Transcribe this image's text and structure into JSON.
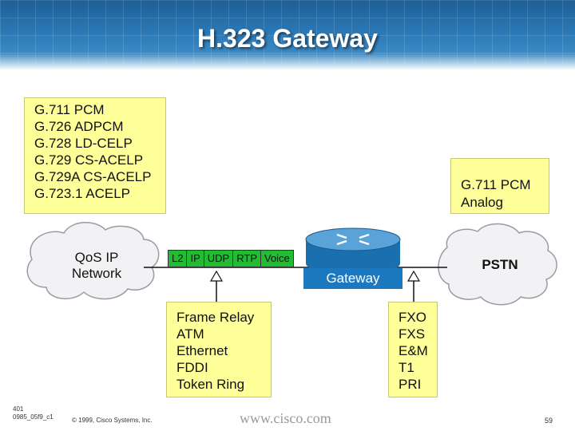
{
  "title": "H.323 Gateway",
  "codec_box": {
    "lines": [
      "G.711 PCM",
      "G.726 ADPCM",
      "G.728 LD-CELP",
      "G.729 CS-ACELP",
      "G.729A CS-ACELP",
      "G.723.1 ACELP"
    ]
  },
  "pstn_box": {
    "lines": [
      "G.711 PCM",
      "Analog"
    ]
  },
  "qos_cloud": {
    "lines": [
      "QoS IP",
      "Network"
    ]
  },
  "packet": {
    "fields": [
      "L2",
      "IP",
      "UDP",
      "RTP",
      "Voice"
    ]
  },
  "gateway_label": "Gateway",
  "pstn_cloud": {
    "label": "PSTN"
  },
  "data_link_box": {
    "lines": [
      "Frame Relay",
      "ATM",
      "Ethernet",
      "FDDI",
      "Token Ring"
    ]
  },
  "telco_box": {
    "lines": [
      "FXO",
      "FXS",
      "E&M",
      "T1",
      "PRI"
    ]
  },
  "footer": {
    "id_lines": [
      "401",
      "0985_05f9_c1"
    ],
    "copyright": "© 1999, Cisco Systems, Inc.",
    "url": "www.cisco.com",
    "page_number": "59"
  },
  "colors": {
    "box_fill": "#ffff99",
    "title_blue": "#2a78b6",
    "packet_green": "#22bb33",
    "router_blue": "#1d79bf"
  },
  "icons": [
    "cloud-icon",
    "router-icon",
    "arrow-icon"
  ]
}
